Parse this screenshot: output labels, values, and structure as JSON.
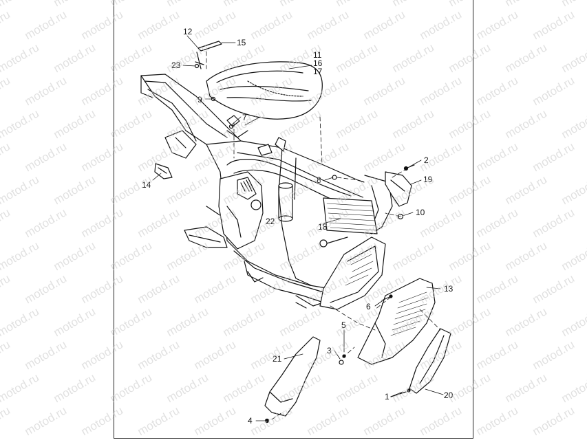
{
  "diagram": {
    "watermark_text": "motod.ru",
    "colors": {
      "line": "#111111",
      "watermark": "#c9c9c9",
      "shade": "#333333"
    },
    "callouts": [
      "1",
      "2",
      "3",
      "4",
      "5",
      "6",
      "7",
      "8",
      "9",
      "10",
      "11",
      "12",
      "13",
      "14",
      "15",
      "16",
      "17",
      "18",
      "19",
      "20",
      "21",
      "22",
      "23"
    ]
  }
}
